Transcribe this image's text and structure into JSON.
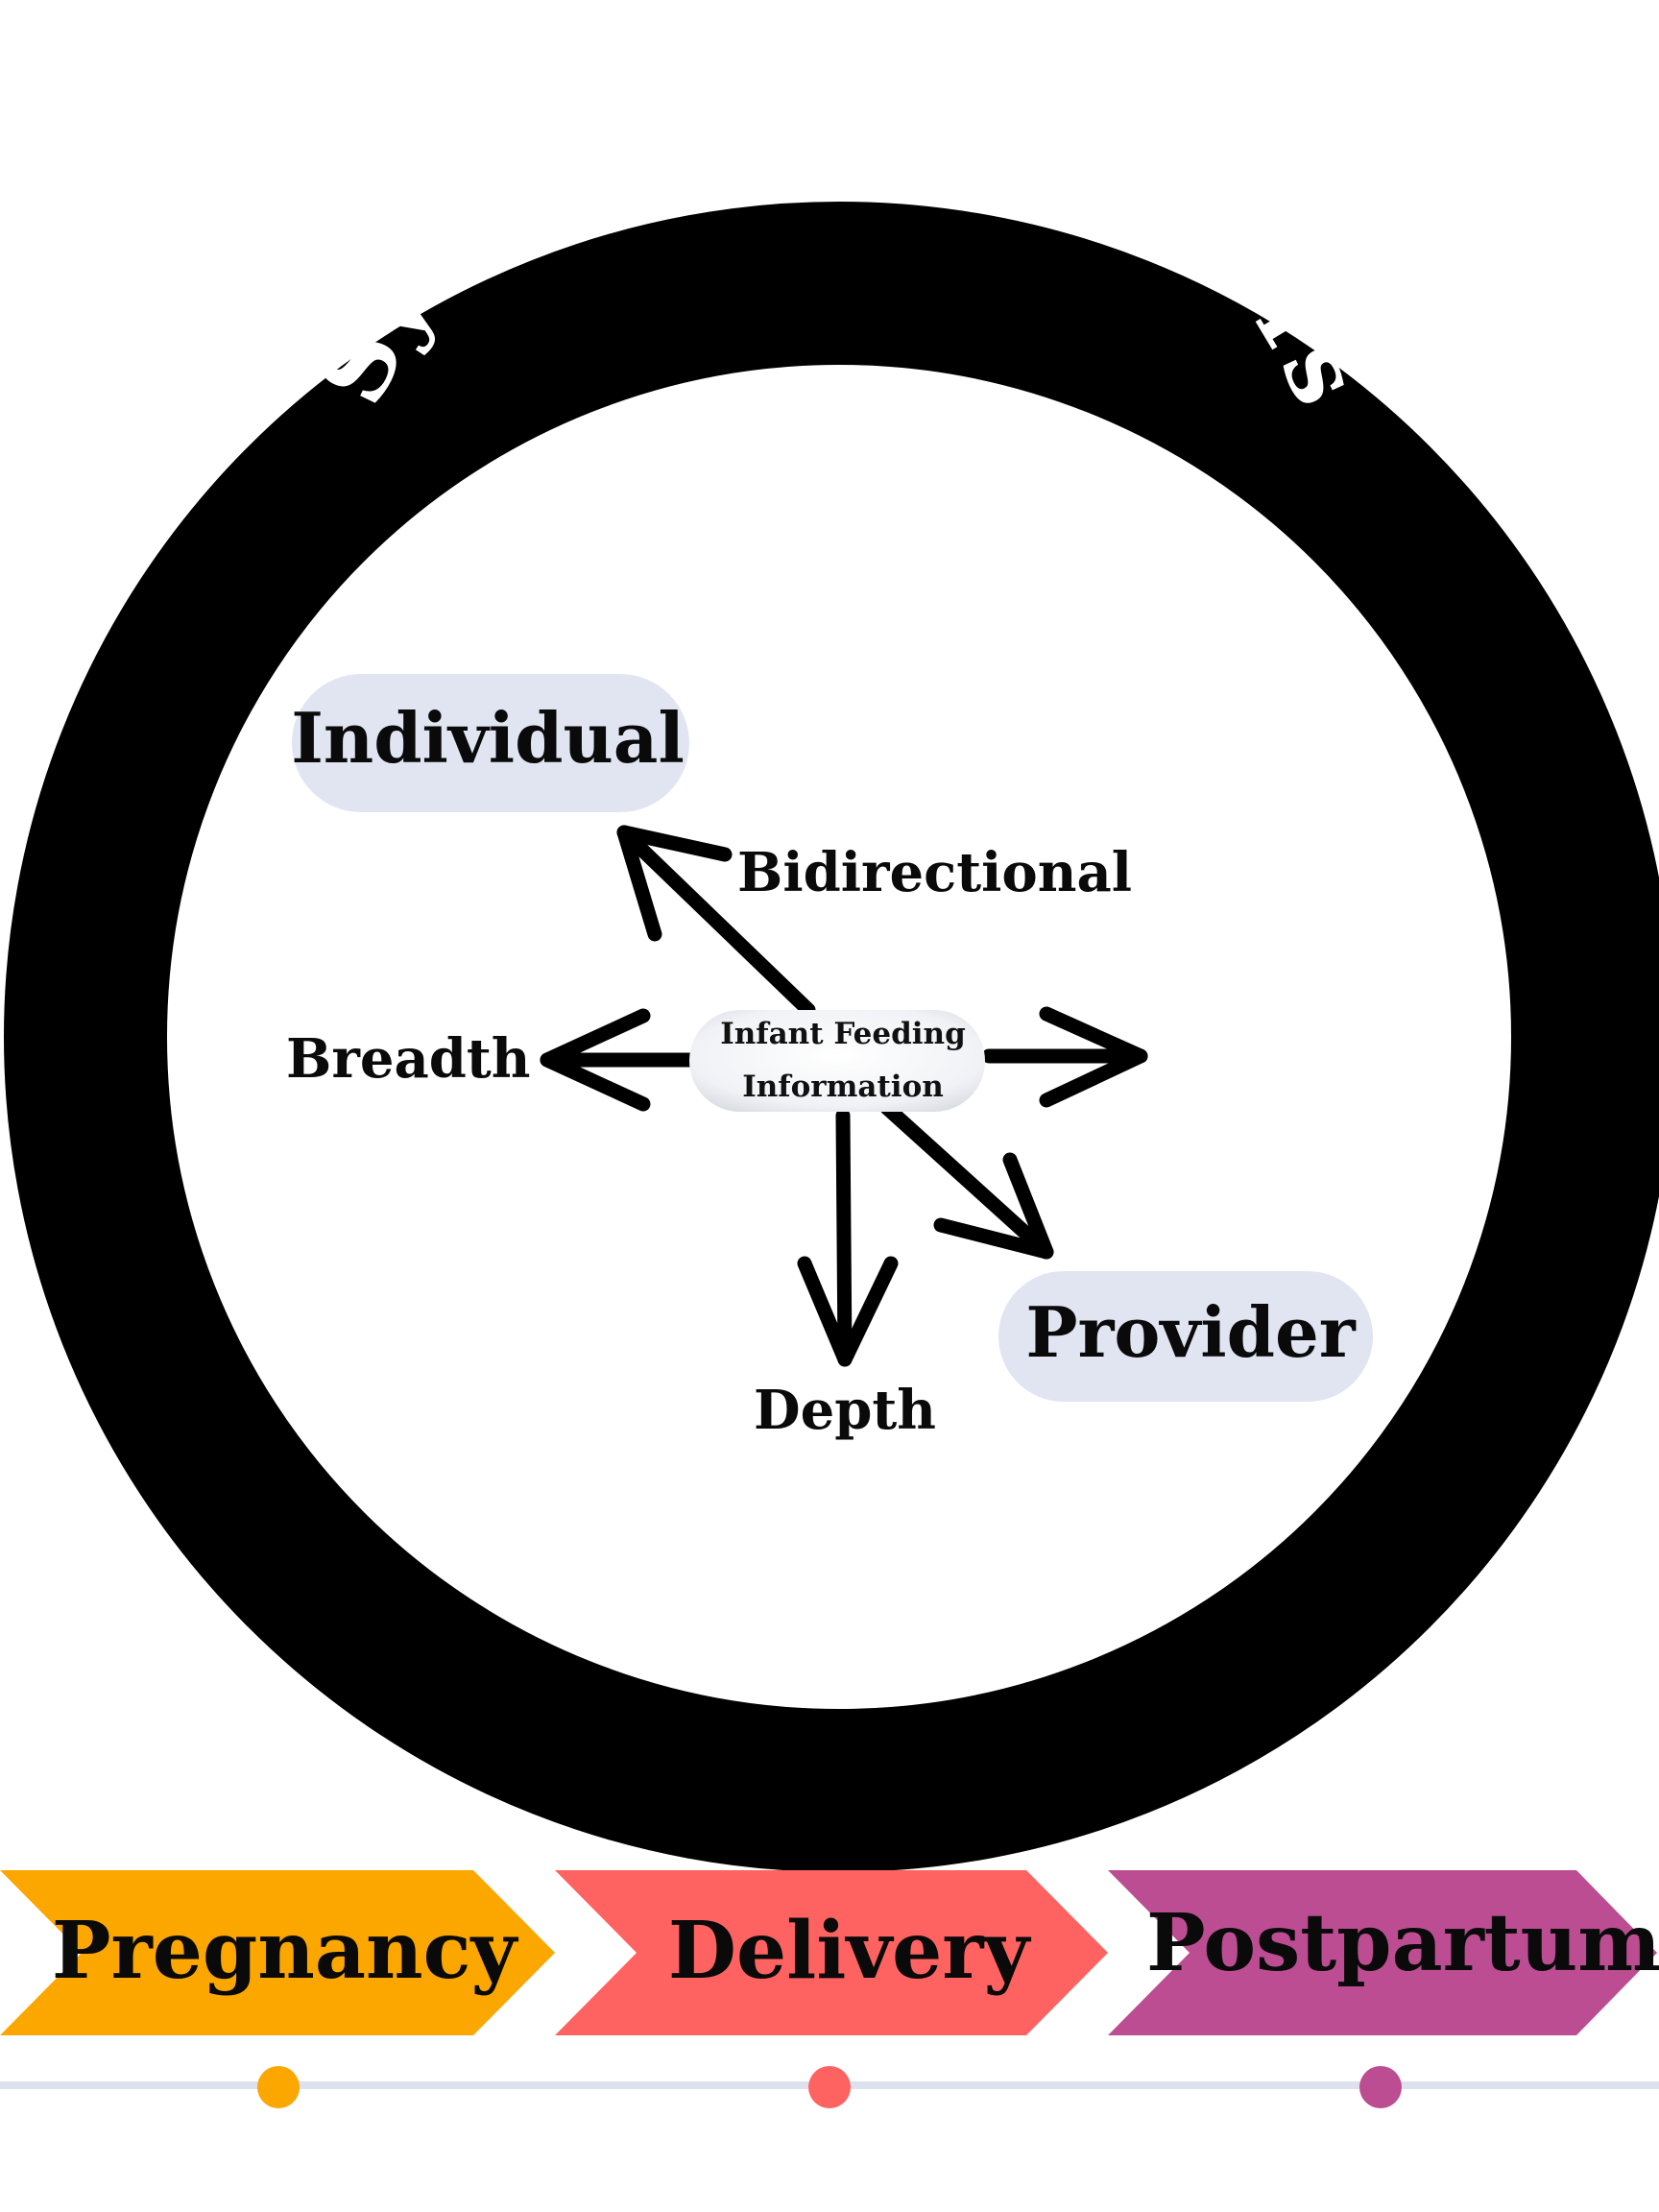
{
  "ring": {
    "title": "Systems Level Factors",
    "color": "#000000"
  },
  "nodes": {
    "individual": "Individual",
    "provider": "Provider",
    "pill_color": "#e1e5f2"
  },
  "center": {
    "line1": "Infant Feeding",
    "line2": "Information"
  },
  "dimensions": {
    "bidirectional": "Bidirectional",
    "breadth": "Breadth",
    "depth": "Depth"
  },
  "stages": [
    {
      "label": "Pregnancy",
      "color": "#fba700"
    },
    {
      "label": "Delivery",
      "color": "#ff6361"
    },
    {
      "label": "Postpartum",
      "color": "#bc4d92"
    }
  ],
  "timeline": {
    "color": "#dde1ef"
  }
}
